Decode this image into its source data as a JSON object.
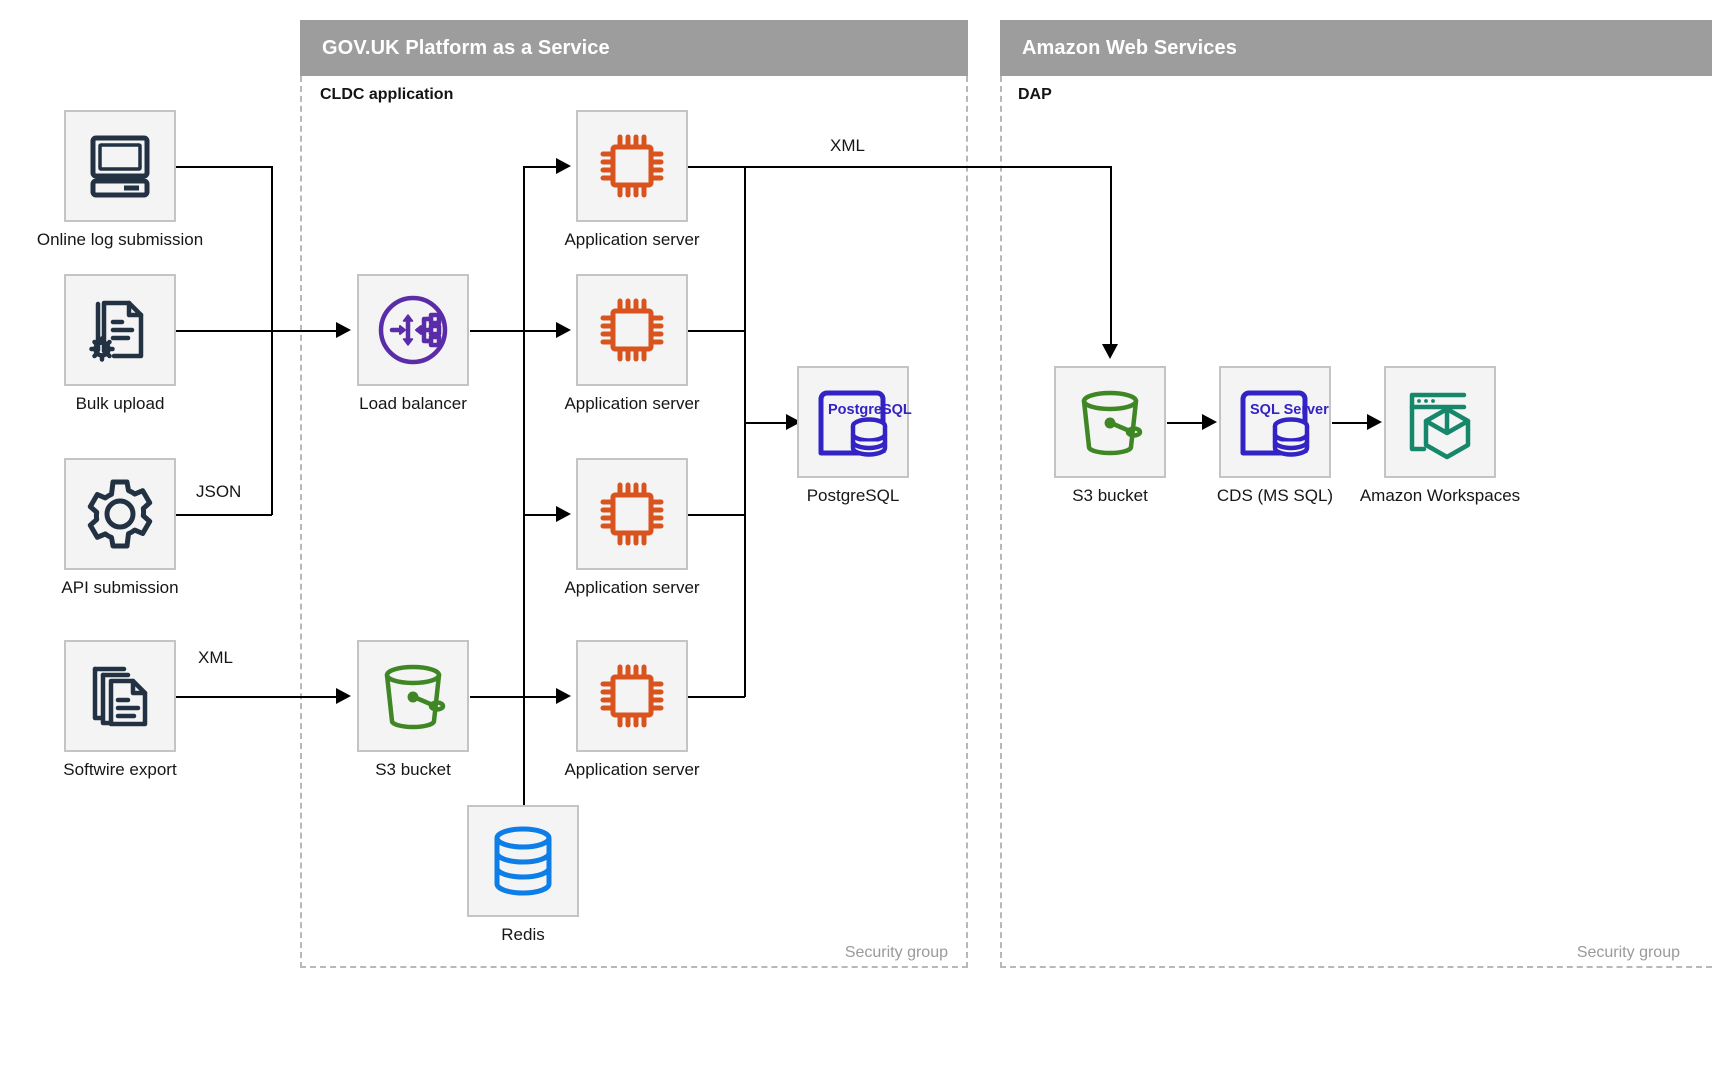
{
  "zones": [
    {
      "id": "paas",
      "title": "GOV.UK Platform as a Service",
      "sublabel": "CLDC application",
      "footer": "Security group"
    },
    {
      "id": "aws",
      "title": "Amazon Web Services",
      "sublabel": "DAP",
      "footer": "Security group"
    }
  ],
  "nodes": {
    "online_log": {
      "label": "Online log submission",
      "icon": "desktop-computer-icon"
    },
    "bulk_upload": {
      "label": "Bulk upload",
      "icon": "document-gear-icon"
    },
    "api_submission": {
      "label": "API submission",
      "icon": "gear-icon"
    },
    "softwire": {
      "label": "Softwire export",
      "icon": "documents-stack-icon"
    },
    "load_balancer": {
      "label": "Load balancer",
      "icon": "load-balancer-icon"
    },
    "app_server_1": {
      "label": "Application server",
      "icon": "cpu-chip-icon"
    },
    "app_server_2": {
      "label": "Application server",
      "icon": "cpu-chip-icon"
    },
    "app_server_3": {
      "label": "Application server",
      "icon": "cpu-chip-icon"
    },
    "app_server_4": {
      "label": "Application server",
      "icon": "cpu-chip-icon"
    },
    "postgresql": {
      "label": "PostgreSQL",
      "icon": "postgresql-icon",
      "icon_text": "PostgreSQL"
    },
    "s3_paas": {
      "label": "S3 bucket",
      "icon": "s3-bucket-icon"
    },
    "redis": {
      "label": "Redis",
      "icon": "database-icon"
    },
    "s3_aws": {
      "label": "S3 bucket",
      "icon": "s3-bucket-icon"
    },
    "cds": {
      "label": "CDS (MS SQL)",
      "icon": "sql-server-icon",
      "icon_text": "SQL Server"
    },
    "workspaces": {
      "label": "Amazon Workspaces",
      "icon": "amazon-workspaces-icon"
    }
  },
  "edge_labels": {
    "json": "JSON",
    "xml_softwire": "XML",
    "xml_export": "XML"
  },
  "colors": {
    "zone_header": "#9d9d9d",
    "tile_bg": "#f4f4f4",
    "tile_border": "#c4c4c4",
    "dark_navy": "#223243",
    "orange": "#d9531e",
    "purple": "#5b2ca8",
    "blue_db": "#3323c4",
    "green": "#3f8624",
    "redis_blue": "#0d7de8",
    "teal": "#17876c",
    "connector": "#000000"
  }
}
